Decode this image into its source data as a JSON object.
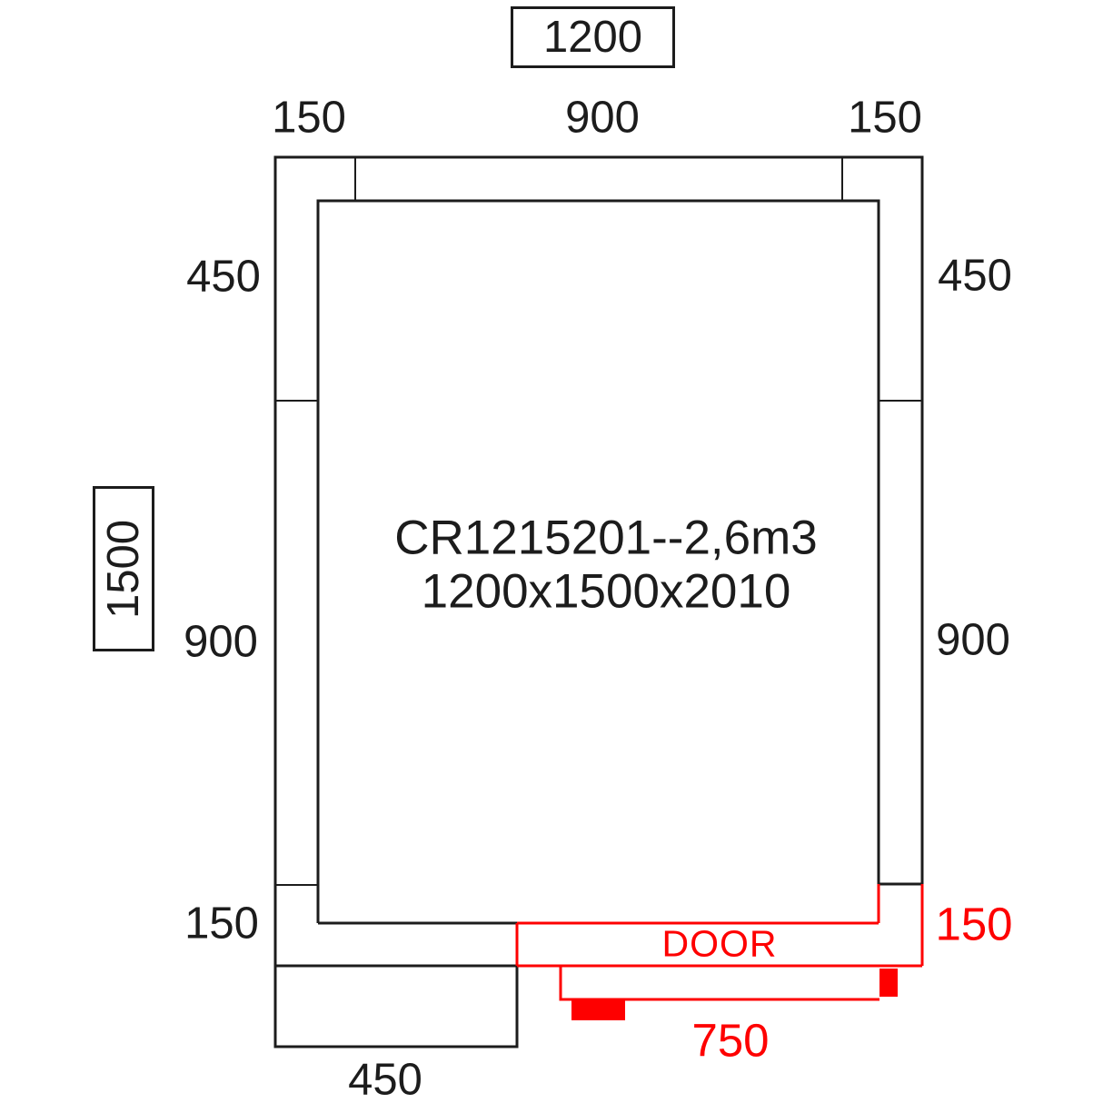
{
  "diagram": {
    "type": "cold-room floor plan",
    "title": {
      "line1": "CR1215201--2,6m3",
      "line2": "1200x1500x2010"
    },
    "overall": {
      "width_mm": "1200",
      "depth_mm": "1500"
    },
    "panels": {
      "top_left": "150",
      "top_middle": "900",
      "top_right": "150",
      "left_top": "450",
      "left_middle": "900",
      "left_bottom": "150",
      "right_top": "450",
      "right_middle": "900",
      "bottom_extension": "450"
    },
    "door": {
      "label": "DOOR",
      "side_clearance_mm": "150",
      "width_mm": "750"
    },
    "colors": {
      "line": "#1c1c1c",
      "accent": "#fe0000"
    }
  }
}
